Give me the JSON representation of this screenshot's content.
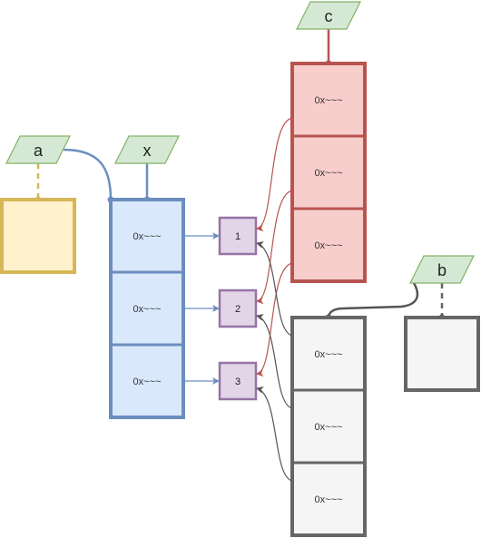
{
  "colors": {
    "tag_fill": "#d5e8d4",
    "tag_stroke": "#82b366",
    "yellow_fill": "#fff2cc",
    "yellow_stroke": "#d6b656",
    "blue_fill": "#dae8fc",
    "blue_stroke": "#6c8ebf",
    "red_fill": "#f8cecc",
    "red_stroke": "#b85450",
    "gray_fill": "#f5f5f5",
    "gray_stroke": "#666666",
    "purple_fill": "#e1d5e7",
    "purple_stroke": "#9673a6"
  },
  "labels": {
    "a": "a",
    "x": "x",
    "c": "c",
    "b": "b"
  },
  "x_list": {
    "cells": [
      "0x~~~",
      "0x~~~",
      "0x~~~"
    ]
  },
  "c_list": {
    "cells": [
      "0x~~~",
      "0x~~~",
      "0x~~~"
    ]
  },
  "b_list": {
    "cells": [
      "0x~~~",
      "0x~~~",
      "0x~~~"
    ]
  },
  "values": [
    "1",
    "2",
    "3"
  ]
}
